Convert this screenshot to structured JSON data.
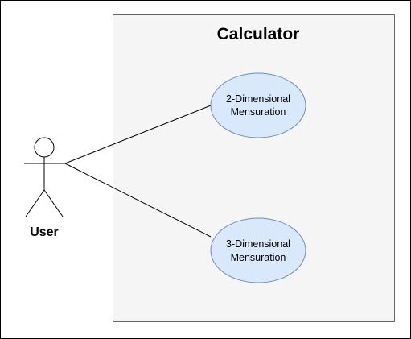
{
  "diagram": {
    "system": {
      "title": "Calculator"
    },
    "actor": {
      "label": "User"
    },
    "use_cases": [
      {
        "line1": "2-Dimensional",
        "line2": "Mensuration"
      },
      {
        "line1": "3-Dimensional",
        "line2": "Mensuration"
      }
    ],
    "colors": {
      "page_border": "#000000",
      "system_fill": "#f5f5f5",
      "system_border": "#666666",
      "use_case_fill": "#dae8fc",
      "use_case_border": "#6c8ebf",
      "line": "#000000"
    }
  }
}
